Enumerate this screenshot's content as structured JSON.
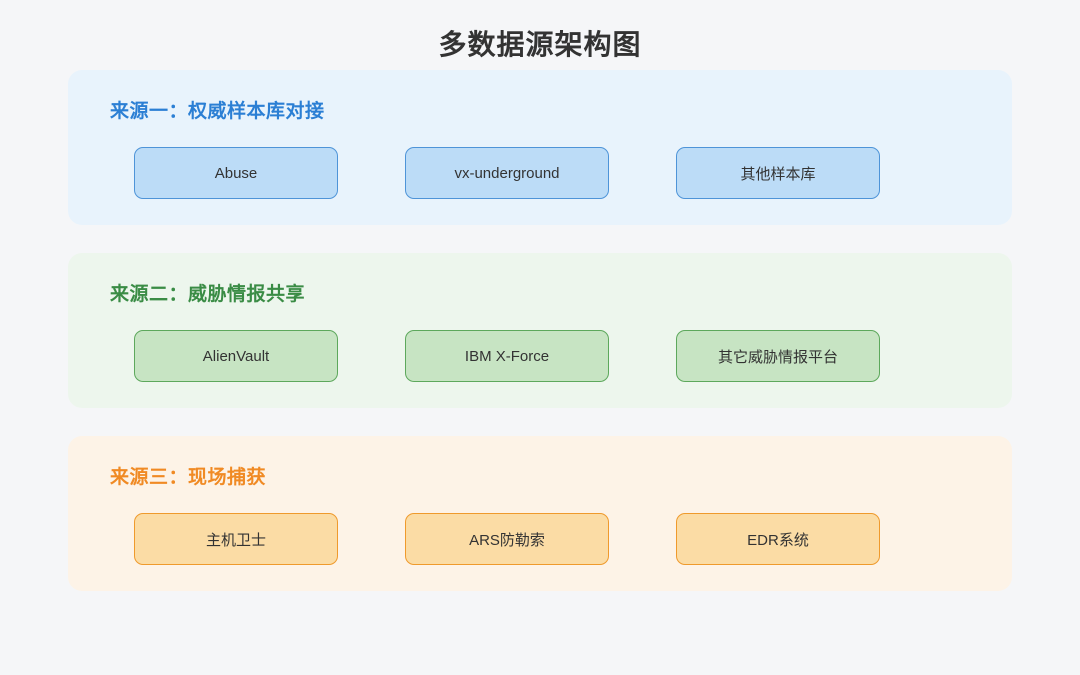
{
  "diagram": {
    "title": "多数据源架构图",
    "background_color": "#f5f6f8",
    "title_color": "#333333",
    "sections": [
      {
        "id": "source-1",
        "title": "来源一：权威样本库对接",
        "title_color": "#2b7fd4",
        "panel_color": "#e8f3fc",
        "node_fill": "#bcdcf7",
        "node_border": "#4e94d8",
        "nodes": [
          {
            "label": "Abuse"
          },
          {
            "label": "vx-underground"
          },
          {
            "label": "其他样本库"
          }
        ]
      },
      {
        "id": "source-2",
        "title": "来源二：威胁情报共享",
        "title_color": "#3a8c45",
        "panel_color": "#edf6ed",
        "node_fill": "#c7e4c3",
        "node_border": "#5da85c",
        "nodes": [
          {
            "label": "AlienVault"
          },
          {
            "label": "IBM X-Force"
          },
          {
            "label": "其它威胁情报平台"
          }
        ]
      },
      {
        "id": "source-3",
        "title": "来源三：现场捕获",
        "title_color": "#f08a24",
        "panel_color": "#fdf3e7",
        "node_fill": "#fbdca5",
        "node_border": "#ef9a2c",
        "nodes": [
          {
            "label": "主机卫士"
          },
          {
            "label": "ARS防勒索"
          },
          {
            "label": "EDR系统"
          }
        ]
      }
    ]
  }
}
